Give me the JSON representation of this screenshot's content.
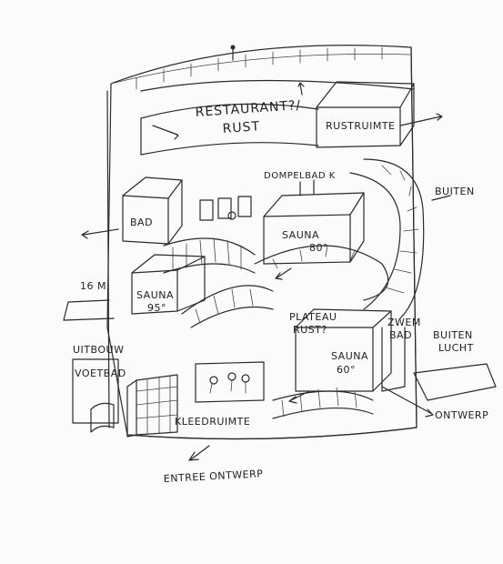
{
  "labels": {
    "restaurant": "RESTAURANT?/",
    "rust_top": "RUST",
    "rustruimte": "RUSTRUIMTE",
    "dompelbad": "DOMPELBAD K",
    "buiten_top": "BUITEN",
    "bad": "BAD",
    "sauna_80": "SAUNA",
    "sauna_80_temp": "80°",
    "sixteen_m": "16 M",
    "sauna_95": "SAUNA",
    "sauna_95_temp": "95°",
    "plateau": "PLATEAU",
    "plateau_rust": "RUST?",
    "zwem": "ZWEM",
    "zwem_bad": "BAD",
    "buiten_right": "BUITEN",
    "lucht": "LUCHT",
    "uitbouw": "UITBOUW",
    "voetbad": "VOETBAD",
    "sauna_60": "SAUNA",
    "sauna_60_temp": "60°",
    "kleedruimte": "KLEEDRUIMTE",
    "ontwerp": "ONTWERP",
    "entree": "ENTREE ONTWERP"
  }
}
